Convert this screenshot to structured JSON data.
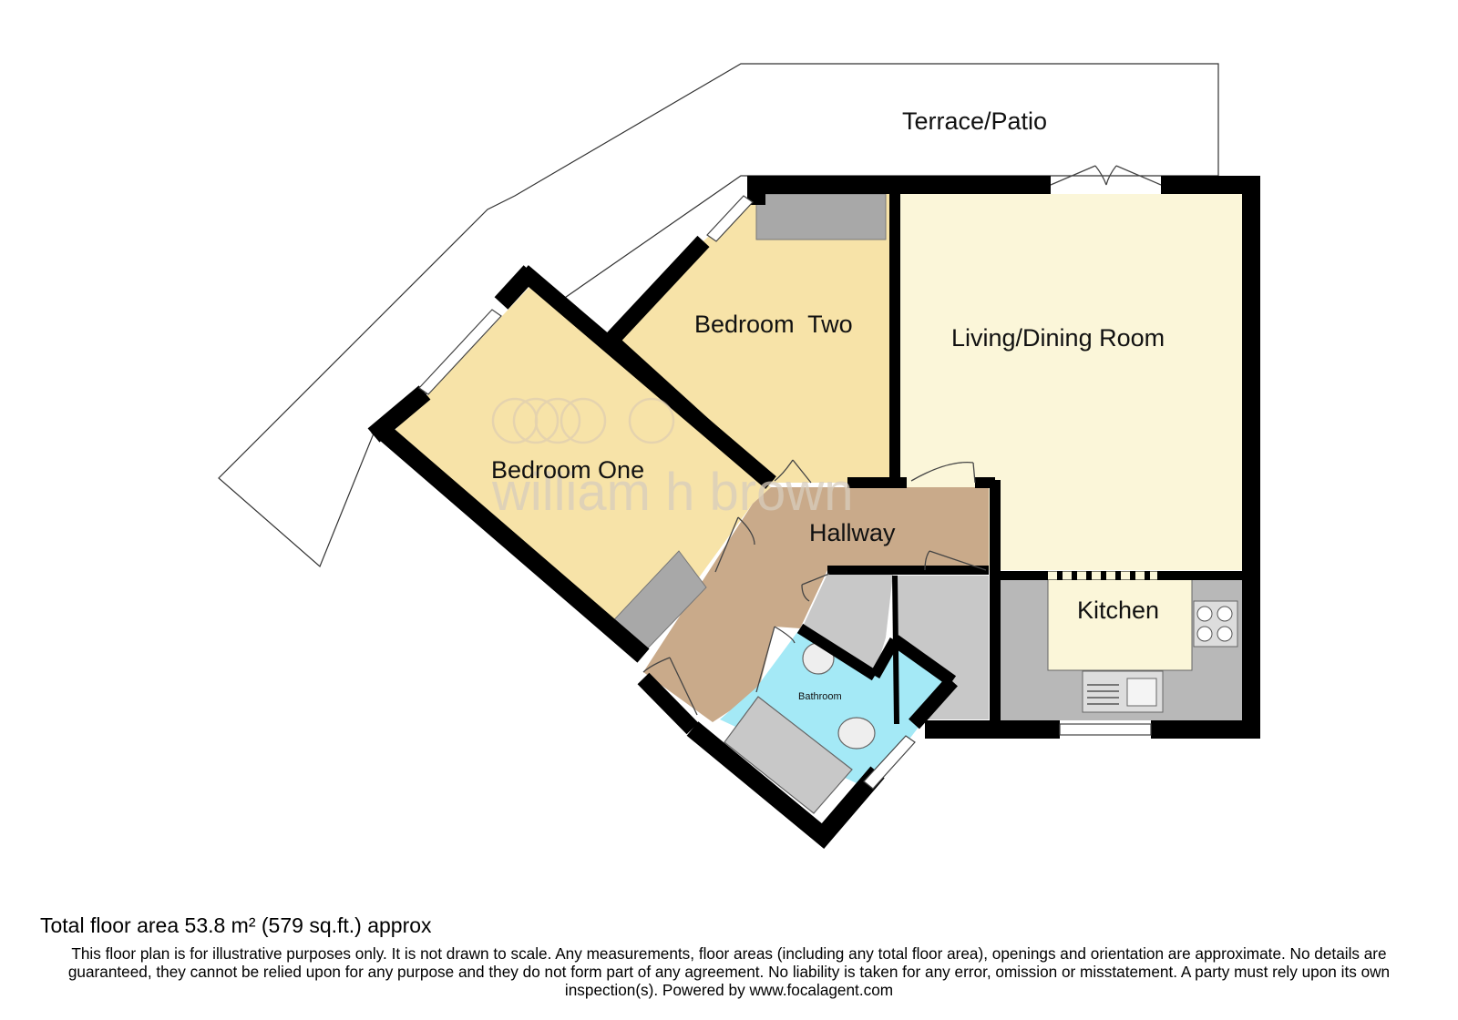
{
  "rooms": {
    "terrace": "Terrace/Patio",
    "bedroom_two": "Bedroom  Two",
    "living_dining": "Living/Dining Room",
    "bedroom_one": "Bedroom One",
    "hallway": "Hallway",
    "kitchen": "Kitchen",
    "bathroom": "Bathroom"
  },
  "watermark": "william h brown",
  "colors": {
    "wall": "#000000",
    "bedroom": "#f7e3a8",
    "living": "#fbf6d9",
    "hallway": "#c9aa8a",
    "bathroom": "#a4e9f6",
    "cupboard": "#c8c8c8",
    "kitchen_floor": "#b8b8b8",
    "kitchen_unit": "#fbf6d9",
    "fitted": "#a8a8a8"
  },
  "footer": {
    "total_area": "Total floor area 53.8 m² (579 sq.ft.) approx",
    "disclaimer": "This floor plan is for illustrative purposes only. It is not drawn to scale. Any measurements, floor areas (including any total floor area), openings and orientation are approximate. No details are guaranteed, they cannot be relied upon for any purpose and they do not form part of any agreement. No liability is taken for any error, omission or misstatement. A party must rely upon its own inspection(s). Powered by www.focalagent.com"
  }
}
